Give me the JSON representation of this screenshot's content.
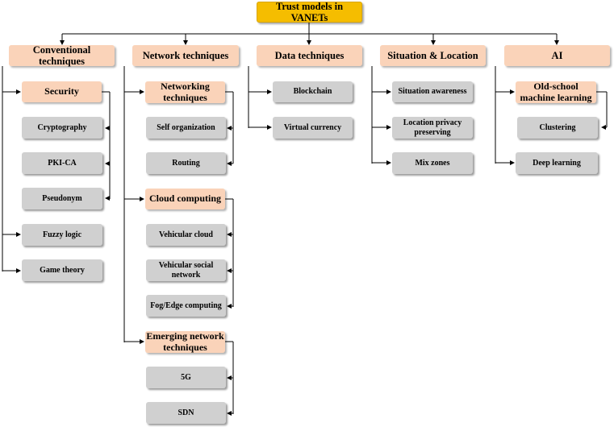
{
  "root": "Trust models in VANETs",
  "categories": {
    "conventional": "Conventional techniques",
    "network": "Network techniques",
    "data": "Data techniques",
    "situation": "Situation & Location",
    "ai": "AI"
  },
  "conventional": {
    "security": "Security",
    "cryptography": "Cryptography",
    "pki_ca": "PKI-CA",
    "pseudonym": "Pseudonym",
    "fuzzy_logic": "Fuzzy logic",
    "game_theory": "Game theory"
  },
  "network": {
    "networking": "Networking techniques",
    "self_organization": "Self organization",
    "routing": "Routing",
    "cloud": "Cloud computing",
    "vehicular_cloud": "Vehicular cloud",
    "vehicular_social": "Vehicular social network",
    "fog_edge": "Fog/Edge computing",
    "emerging": "Emerging network techniques",
    "g5": "5G",
    "sdn": "SDN"
  },
  "data": {
    "blockchain": "Blockchain",
    "virtual_currency": "Virtual currency"
  },
  "situation": {
    "awareness": "Situation awareness",
    "location_privacy": "Location privacy preserving",
    "mix_zones": "Mix zones"
  },
  "ai": {
    "old_school": "Old-school machine learning",
    "clustering": "Clustering",
    "deep_learning": "Deep learning"
  }
}
